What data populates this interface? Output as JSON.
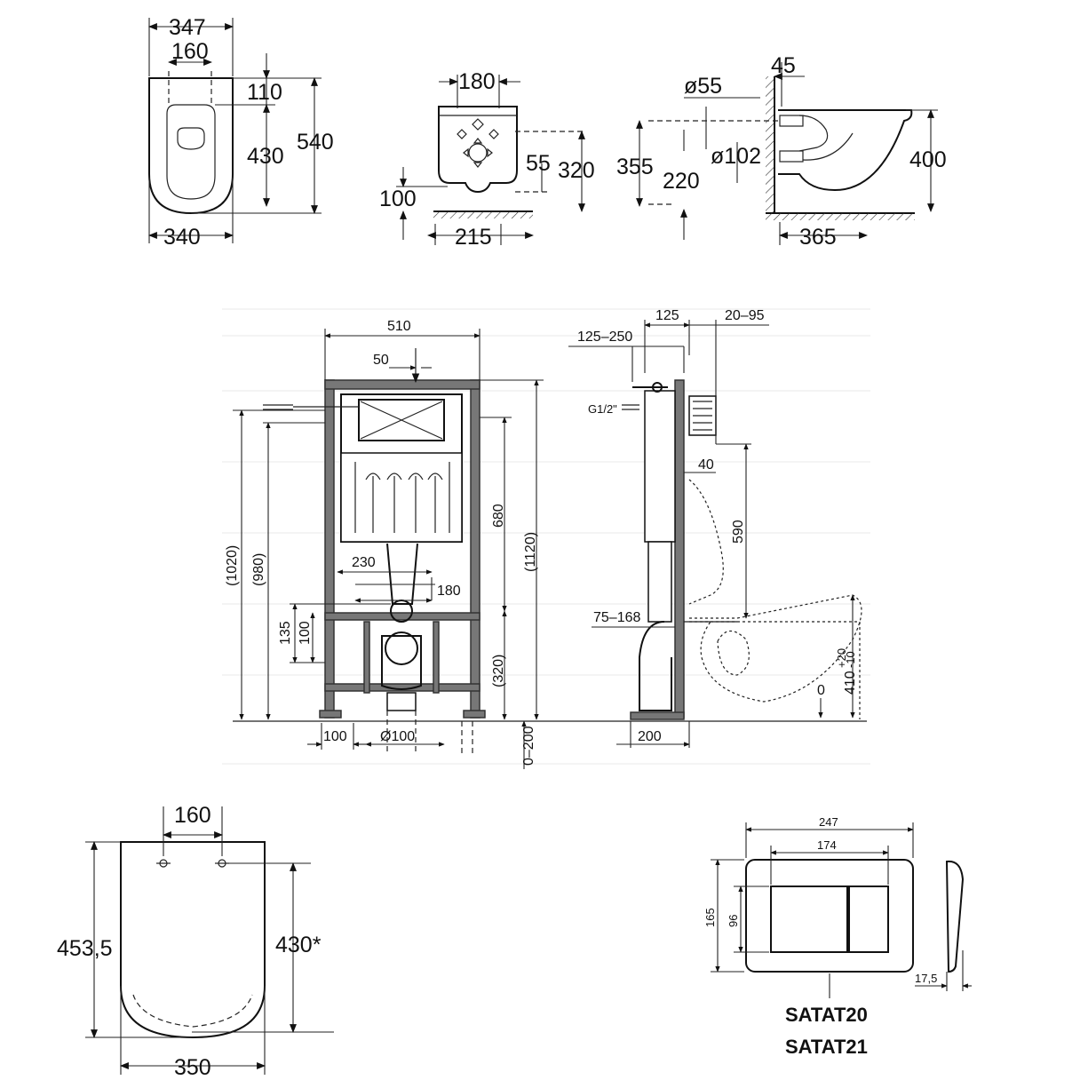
{
  "top_views": {
    "front": {
      "overall_width": "347",
      "fixing_spacing": "160",
      "fixing_offset": "110",
      "fixing_to_front": "430",
      "overall_depth": "540",
      "base_width": "340"
    },
    "rear": {
      "top_width": "180",
      "offset_55": "55",
      "height_320": "320",
      "floor_100": "100",
      "base_215": "215"
    },
    "side": {
      "wall_45": "45",
      "dia_55": "ø55",
      "dia_102": "ø102",
      "height_355": "355",
      "height_220": "220",
      "height_400": "400",
      "depth_365": "365"
    }
  },
  "frame": {
    "width_510": "510",
    "offset_50": "50",
    "inlet_680": "680",
    "overall_1120": "(1120)",
    "h_1020": "(1020)",
    "h_980": "(980)",
    "spacing_230": "230",
    "spacing_180": "180",
    "h_135": "135",
    "h_100": "100",
    "h_320": "(320)",
    "base_100": "100",
    "pipe_dia": "Ø100",
    "floor_range": "0–200",
    "side_125": "125",
    "side_20_95": "20–95",
    "side_125_250": "125–250",
    "inlet_label": "G1/2\"",
    "side_40": "40",
    "side_590": "590",
    "side_75_168": "75–168",
    "side_200": "200",
    "zero_level": "0",
    "height_410": "410",
    "tol_plus": "+20",
    "tol_minus": "-10"
  },
  "seat": {
    "spacing_160": "160",
    "length_4535": "453,5",
    "length_430": "430*",
    "width_350": "350"
  },
  "flush_plate": {
    "width_247": "247",
    "inner_174": "174",
    "height_165": "165",
    "inner_96": "96",
    "depth_175": "17,5",
    "model_1": "SATAT20",
    "model_2": "SATAT21"
  }
}
